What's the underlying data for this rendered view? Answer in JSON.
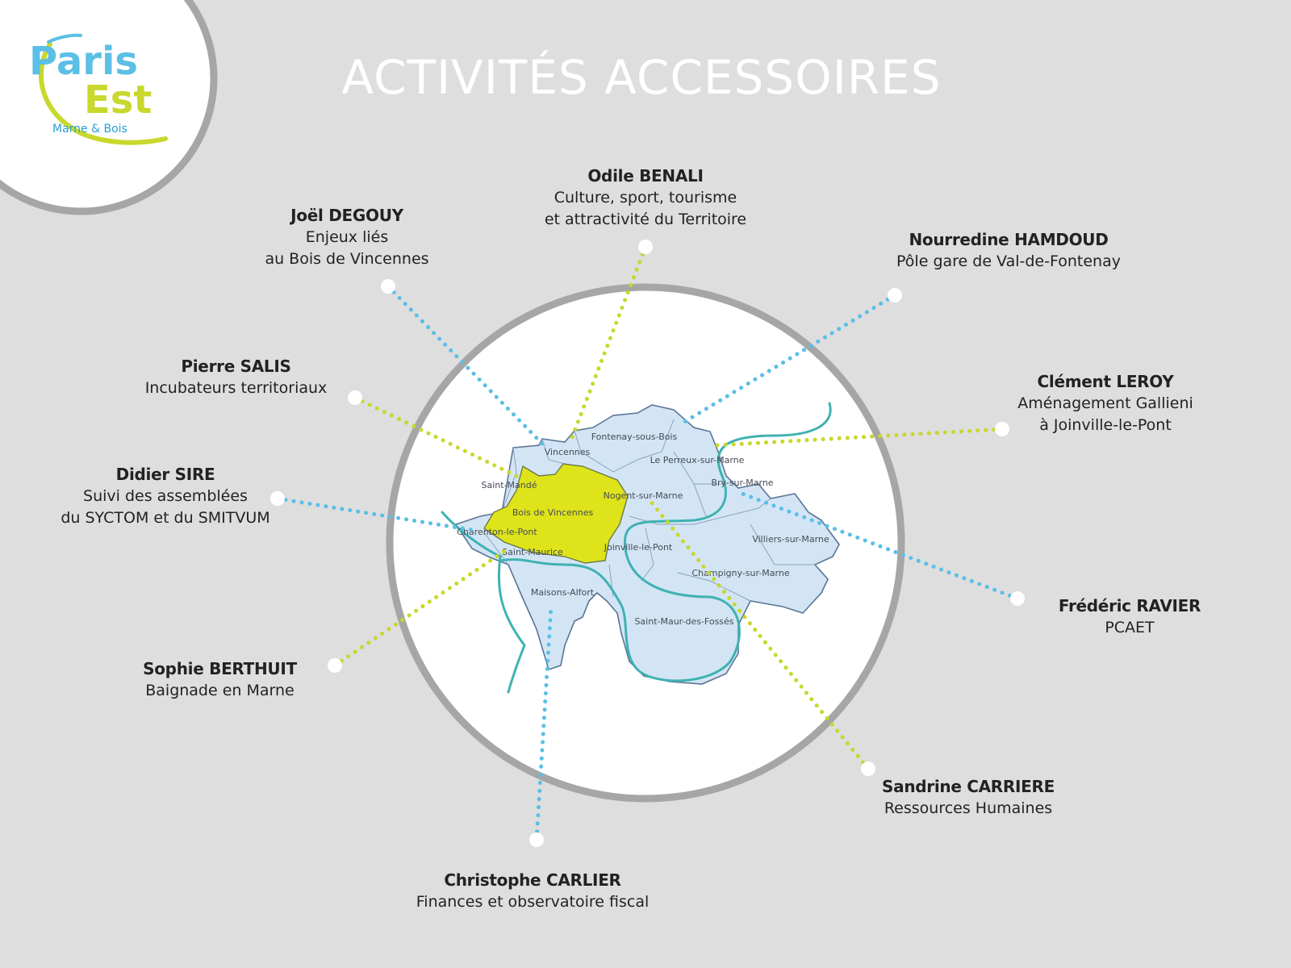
{
  "title": "ACTIVITÉS ACCESSOIRES",
  "logo": {
    "line1": "Paris",
    "line2": "Est",
    "line3": "Marne & Bois"
  },
  "colors": {
    "background": "#dededf",
    "ring": "#a6a6a6",
    "blue_dots": "#5bbfe6",
    "green_dots": "#c8d82c",
    "highlight": "#dfe41a",
    "communes": "#d3e5f5",
    "river": "#3fb2b2"
  },
  "map_labels": {
    "fontenay": "Fontenay-sous-Bois",
    "vincennes": "Vincennes",
    "perreux": "Le Perreux-sur-Marne",
    "saint_mande": "Saint-Mandé",
    "bry": "Bry-sur-Marne",
    "nogent": "Nogent-sur-Marne",
    "bois": "Bois de Vincennes",
    "villiers": "Villiers-sur-Marne",
    "charenton": "Charenton-le-Pont",
    "joinville": "Joinville-le-Pont",
    "saint_maurice": "Saint-Maurice",
    "champigny": "Champigny-sur-Marne",
    "maisons": "Maisons-Alfort",
    "saint_maur": "Saint-Maur-des-Fossés"
  },
  "people": [
    {
      "name": "Odile BENALI",
      "role1": "Culture, sport, tourisme",
      "role2": "et attractivité du Territoire",
      "dot_color": "green"
    },
    {
      "name": "Joël DEGOUY",
      "role1": "Enjeux liés",
      "role2": "au Bois de Vincennes",
      "dot_color": "blue"
    },
    {
      "name": "Nourredine HAMDOUD",
      "role1": "Pôle gare de Val-de-Fontenay",
      "role2": "",
      "dot_color": "blue"
    },
    {
      "name": "Pierre SALIS",
      "role1": "Incubateurs territoriaux",
      "role2": "",
      "dot_color": "green"
    },
    {
      "name": "Clément LEROY",
      "role1": "Aménagement Gallieni",
      "role2": "à Joinville-le-Pont",
      "dot_color": "green"
    },
    {
      "name": "Didier SIRE",
      "role1": "Suivi des assemblées",
      "role2": "du SYCTOM et du SMITVUM",
      "dot_color": "blue"
    },
    {
      "name": "Frédéric RAVIER",
      "role1": "PCAET",
      "role2": "",
      "dot_color": "blue"
    },
    {
      "name": "Sophie BERTHUIT",
      "role1": "Baignade en Marne",
      "role2": "",
      "dot_color": "green"
    },
    {
      "name": "Sandrine CARRIERE",
      "role1": "Ressources Humaines",
      "role2": "",
      "dot_color": "green"
    },
    {
      "name": "Christophe CARLIER",
      "role1": "Finances et observatoire fiscal",
      "role2": "",
      "dot_color": "blue"
    }
  ]
}
